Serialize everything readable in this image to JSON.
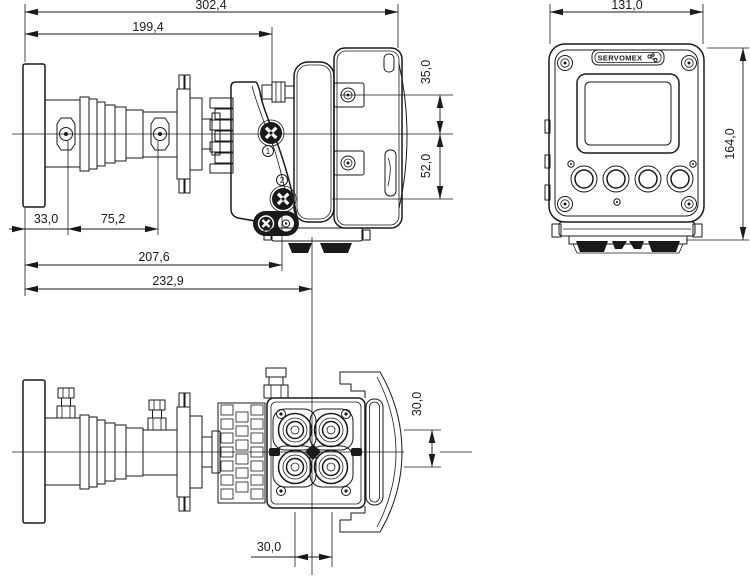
{
  "colors": {
    "line": "#1a1a1a",
    "background": "#ffffff"
  },
  "brand": {
    "logo": "SERVOMEX"
  },
  "side_view": {
    "dims": {
      "overall_length": "302,4",
      "flange_to_gland": "199,4",
      "flange_to_first_nut": "33,0",
      "nut_spacing": "75,2",
      "flange_to_bracket_screw": "207,6",
      "flange_to_housing_center": "232,9",
      "tab_to_centerline": "35,0",
      "centerline_to_base": "52,0"
    },
    "callouts": {
      "screw1": "1",
      "screw2": "2"
    }
  },
  "front_view": {
    "dims": {
      "width": "131,0",
      "height": "164,0"
    }
  },
  "bottom_view": {
    "dims": {
      "port_spacing_horizontal": "30,0",
      "port_spacing_vertical": "30,0"
    }
  }
}
